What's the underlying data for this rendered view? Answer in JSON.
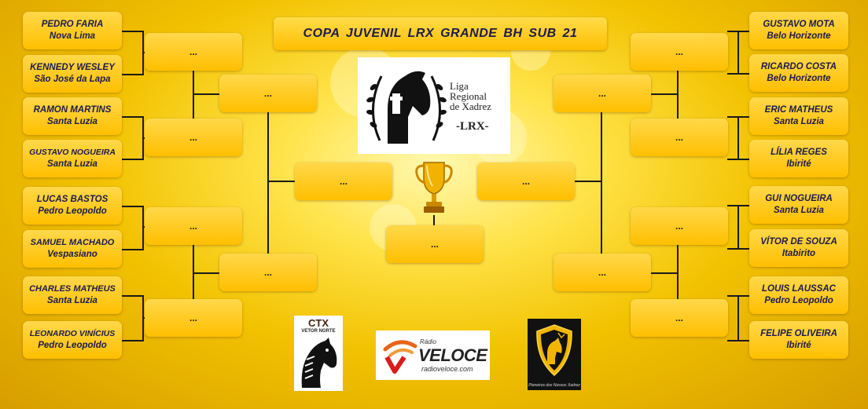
{
  "title": "COPA  JUVENIL  LRX  GRANDE  BH  SUB 21",
  "placeholder": "...",
  "left_players": [
    {
      "name": "PEDRO FARIA",
      "city": "Nova Lima"
    },
    {
      "name": "KENNEDY WESLEY",
      "city": "São José da Lapa"
    },
    {
      "name": "RAMON MARTINS",
      "city": "Santa Luzia"
    },
    {
      "name": "GUSTAVO NOGUEIRA",
      "city": "Santa Luzia"
    },
    {
      "name": "LUCAS BASTOS",
      "city": "Pedro Leopoldo"
    },
    {
      "name": "SAMUEL MACHADO",
      "city": "Vespasiano"
    },
    {
      "name": "CHARLES MATHEUS",
      "city": "Santa Luzia"
    },
    {
      "name": "LEONARDO VINÍCIUS",
      "city": "Pedro Leopoldo"
    }
  ],
  "right_players": [
    {
      "name": "GUSTAVO MOTA",
      "city": "Belo Horizonte"
    },
    {
      "name": "RICARDO COSTA",
      "city": "Belo Horizonte"
    },
    {
      "name": "ERIC MATHEUS",
      "city": "Santa Luzia"
    },
    {
      "name": "LÍLIA REGES",
      "city": "Ibirité"
    },
    {
      "name": "GUI NOGUEIRA",
      "city": "Santa Luzia"
    },
    {
      "name": "VÍTOR DE SOUZA",
      "city": "Itabirito"
    },
    {
      "name": "LOUIS LAUSSAC",
      "city": "Pedro Leopoldo"
    },
    {
      "name": "FELIPE OLIVEIRA",
      "city": "Ibirité"
    }
  ],
  "logos": {
    "lrx_lines": [
      "Liga",
      "Regional",
      "de Xadrez"
    ],
    "lrx_abbr": "-LRX-",
    "ctx_name": "CTX",
    "ctx_sub": "VETOR NORTE",
    "radio_small": "Rádio",
    "radio_big": "VELOCE",
    "radio_url": "radioveloce.com",
    "shield_caption": "Pioneiros dos Nossos Xadrez"
  },
  "colors": {
    "box": "#ffc61a",
    "text": "#1c1a4d",
    "line": "#1a1a1a",
    "trophy": "#e6a400"
  }
}
